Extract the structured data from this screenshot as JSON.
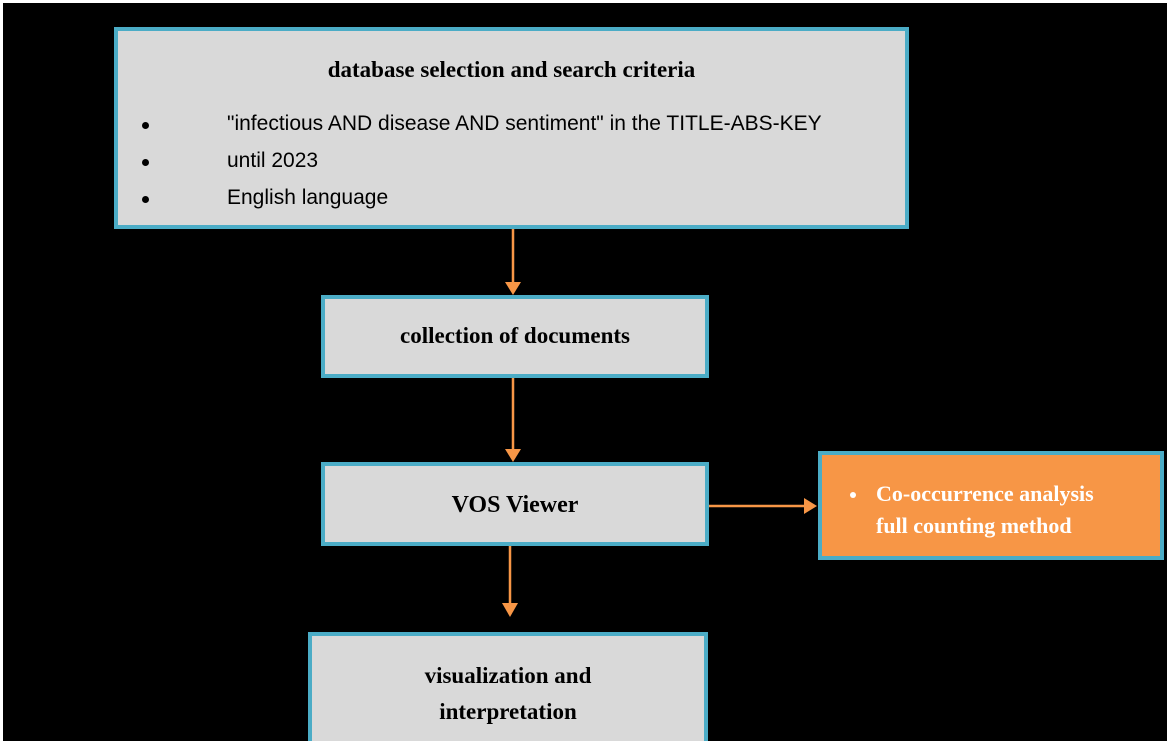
{
  "nodes": {
    "database": {
      "title": "database selection and search criteria",
      "criteria": [
        "\"infectious AND disease AND sentiment\" in the TITLE-ABS-KEY",
        "until 2023",
        "English language"
      ]
    },
    "collection": {
      "title": "collection of documents"
    },
    "vosviewer": {
      "title": "VOS Viewer"
    },
    "visualization": {
      "title_line1": "visualization and",
      "title_line2": "interpretation"
    },
    "analysis": {
      "line1": "Co-occurrence analysis",
      "line2": "full counting method"
    }
  },
  "edges": [
    {
      "from": "database",
      "to": "collection"
    },
    {
      "from": "collection",
      "to": "vosviewer"
    },
    {
      "from": "vosviewer",
      "to": "visualization"
    },
    {
      "from": "vosviewer",
      "to": "analysis"
    }
  ],
  "colors": {
    "background": "#000000",
    "box_fill": "#d9d9d9",
    "box_border": "#4bacc6",
    "highlight_fill": "#f79646",
    "arrow": "#f79646"
  }
}
